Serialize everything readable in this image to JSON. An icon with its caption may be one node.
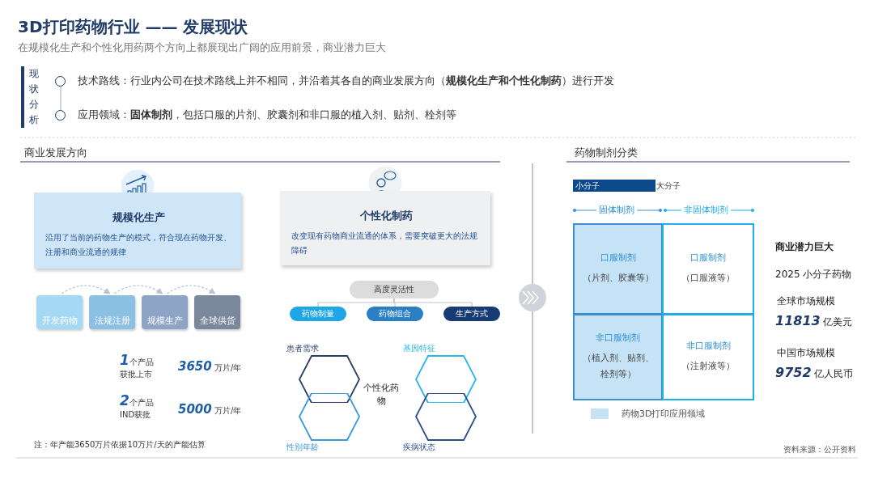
{
  "diagram": {
    "title": "3D打印药物行业 —— 发展现状",
    "nodes": [
      {
        "text": [
          "规模化生产",
          "沿用了当前的药物生产的模式，符合现在药物开发、注册和商业流通的规律"
        ]
      },
      {
        "text": [
          "个性化制药",
          "改变现有药物商业流通的体系，需要突破更大的法规障碍"
        ]
      },
      {
        "text": [
          "开发药物"
        ]
      },
      {
        "text": [
          "法规注册"
        ]
      },
      {
        "text": [
          "规模生产"
        ]
      },
      {
        "text": [
          "全球供货"
        ]
      },
      {
        "text": [
          "高度灵活性"
        ]
      },
      {
        "text": [
          "药物制量"
        ]
      },
      {
        "text": [
          "药物组合"
        ]
      },
      {
        "text": [
          "生产方式"
        ]
      },
      {
        "text": [
          "个性化药物"
        ]
      },
      {
        "text": [
          "患者需求"
        ]
      },
      {
        "text": [
          "基因特征"
        ]
      },
      {
        "text": [
          "性别年龄"
        ]
      },
      {
        "text": [
          "疾病状态"
        ]
      },
      {
        "text": [
          "口服制剂",
          "（片剂、胶囊等）"
        ]
      },
      {
        "text": [
          "口服制剂",
          "（口服液等）"
        ]
      },
      {
        "text": [
          "非口服制剂",
          "（植入剂、贴剂、栓剂等）"
        ]
      },
      {
        "text": [
          "非口服制剂",
          "（注射液等）"
        ]
      },
      {
        "text": [
          "小分子"
        ]
      }
    ],
    "edges": [
      {
        "from": 2,
        "to": 3,
        "arrow": "to",
        "style": "dashed"
      },
      {
        "from": 3,
        "to": 4,
        "arrow": "to",
        "style": "dashed"
      },
      {
        "from": 4,
        "to": 5,
        "arrow": "to",
        "style": "dashed"
      },
      {
        "from": 6,
        "to": 7,
        "arrow": "none"
      },
      {
        "from": 6,
        "to": 8,
        "arrow": "none"
      },
      {
        "from": 6,
        "to": 9,
        "arrow": "none"
      }
    ],
    "labels": [
      "在规模化生产和个性化用药两个方向上都展现出广阔的应用前景，商业潜力巨大",
      "现状分析",
      "技术路线：行业内公司在技术路线上并不相同，并沿着其各自的商业发展方向（**规模化生产和个性化制药**）进行开发",
      "应用领域：**固体制剂**，包括口服的片剂、胶囊剂和非口服的植入剂、贴剂、栓剂等",
      "商业发展方向",
      "药物制剂分类",
      "**1**个产品获批上市",
      "**3650** 万片/年",
      "**2**个产品IND获批",
      "**5000** 万片/年",
      "注：年产能3650万片依据10万片/天的产能估算",
      "大分子",
      "固体制剂",
      "非固体制剂",
      "商业潜力巨大",
      "2025 小分子药物",
      "全球市场规模",
      "**11813** 亿美元",
      "中国市场规模",
      "**9752** 亿人民币",
      "资料来源：公开资料"
    ],
    "legend": [
      {
        "text": "药物3D打印应用领域",
        "color": "#c6e2f7"
      }
    ]
  }
}
